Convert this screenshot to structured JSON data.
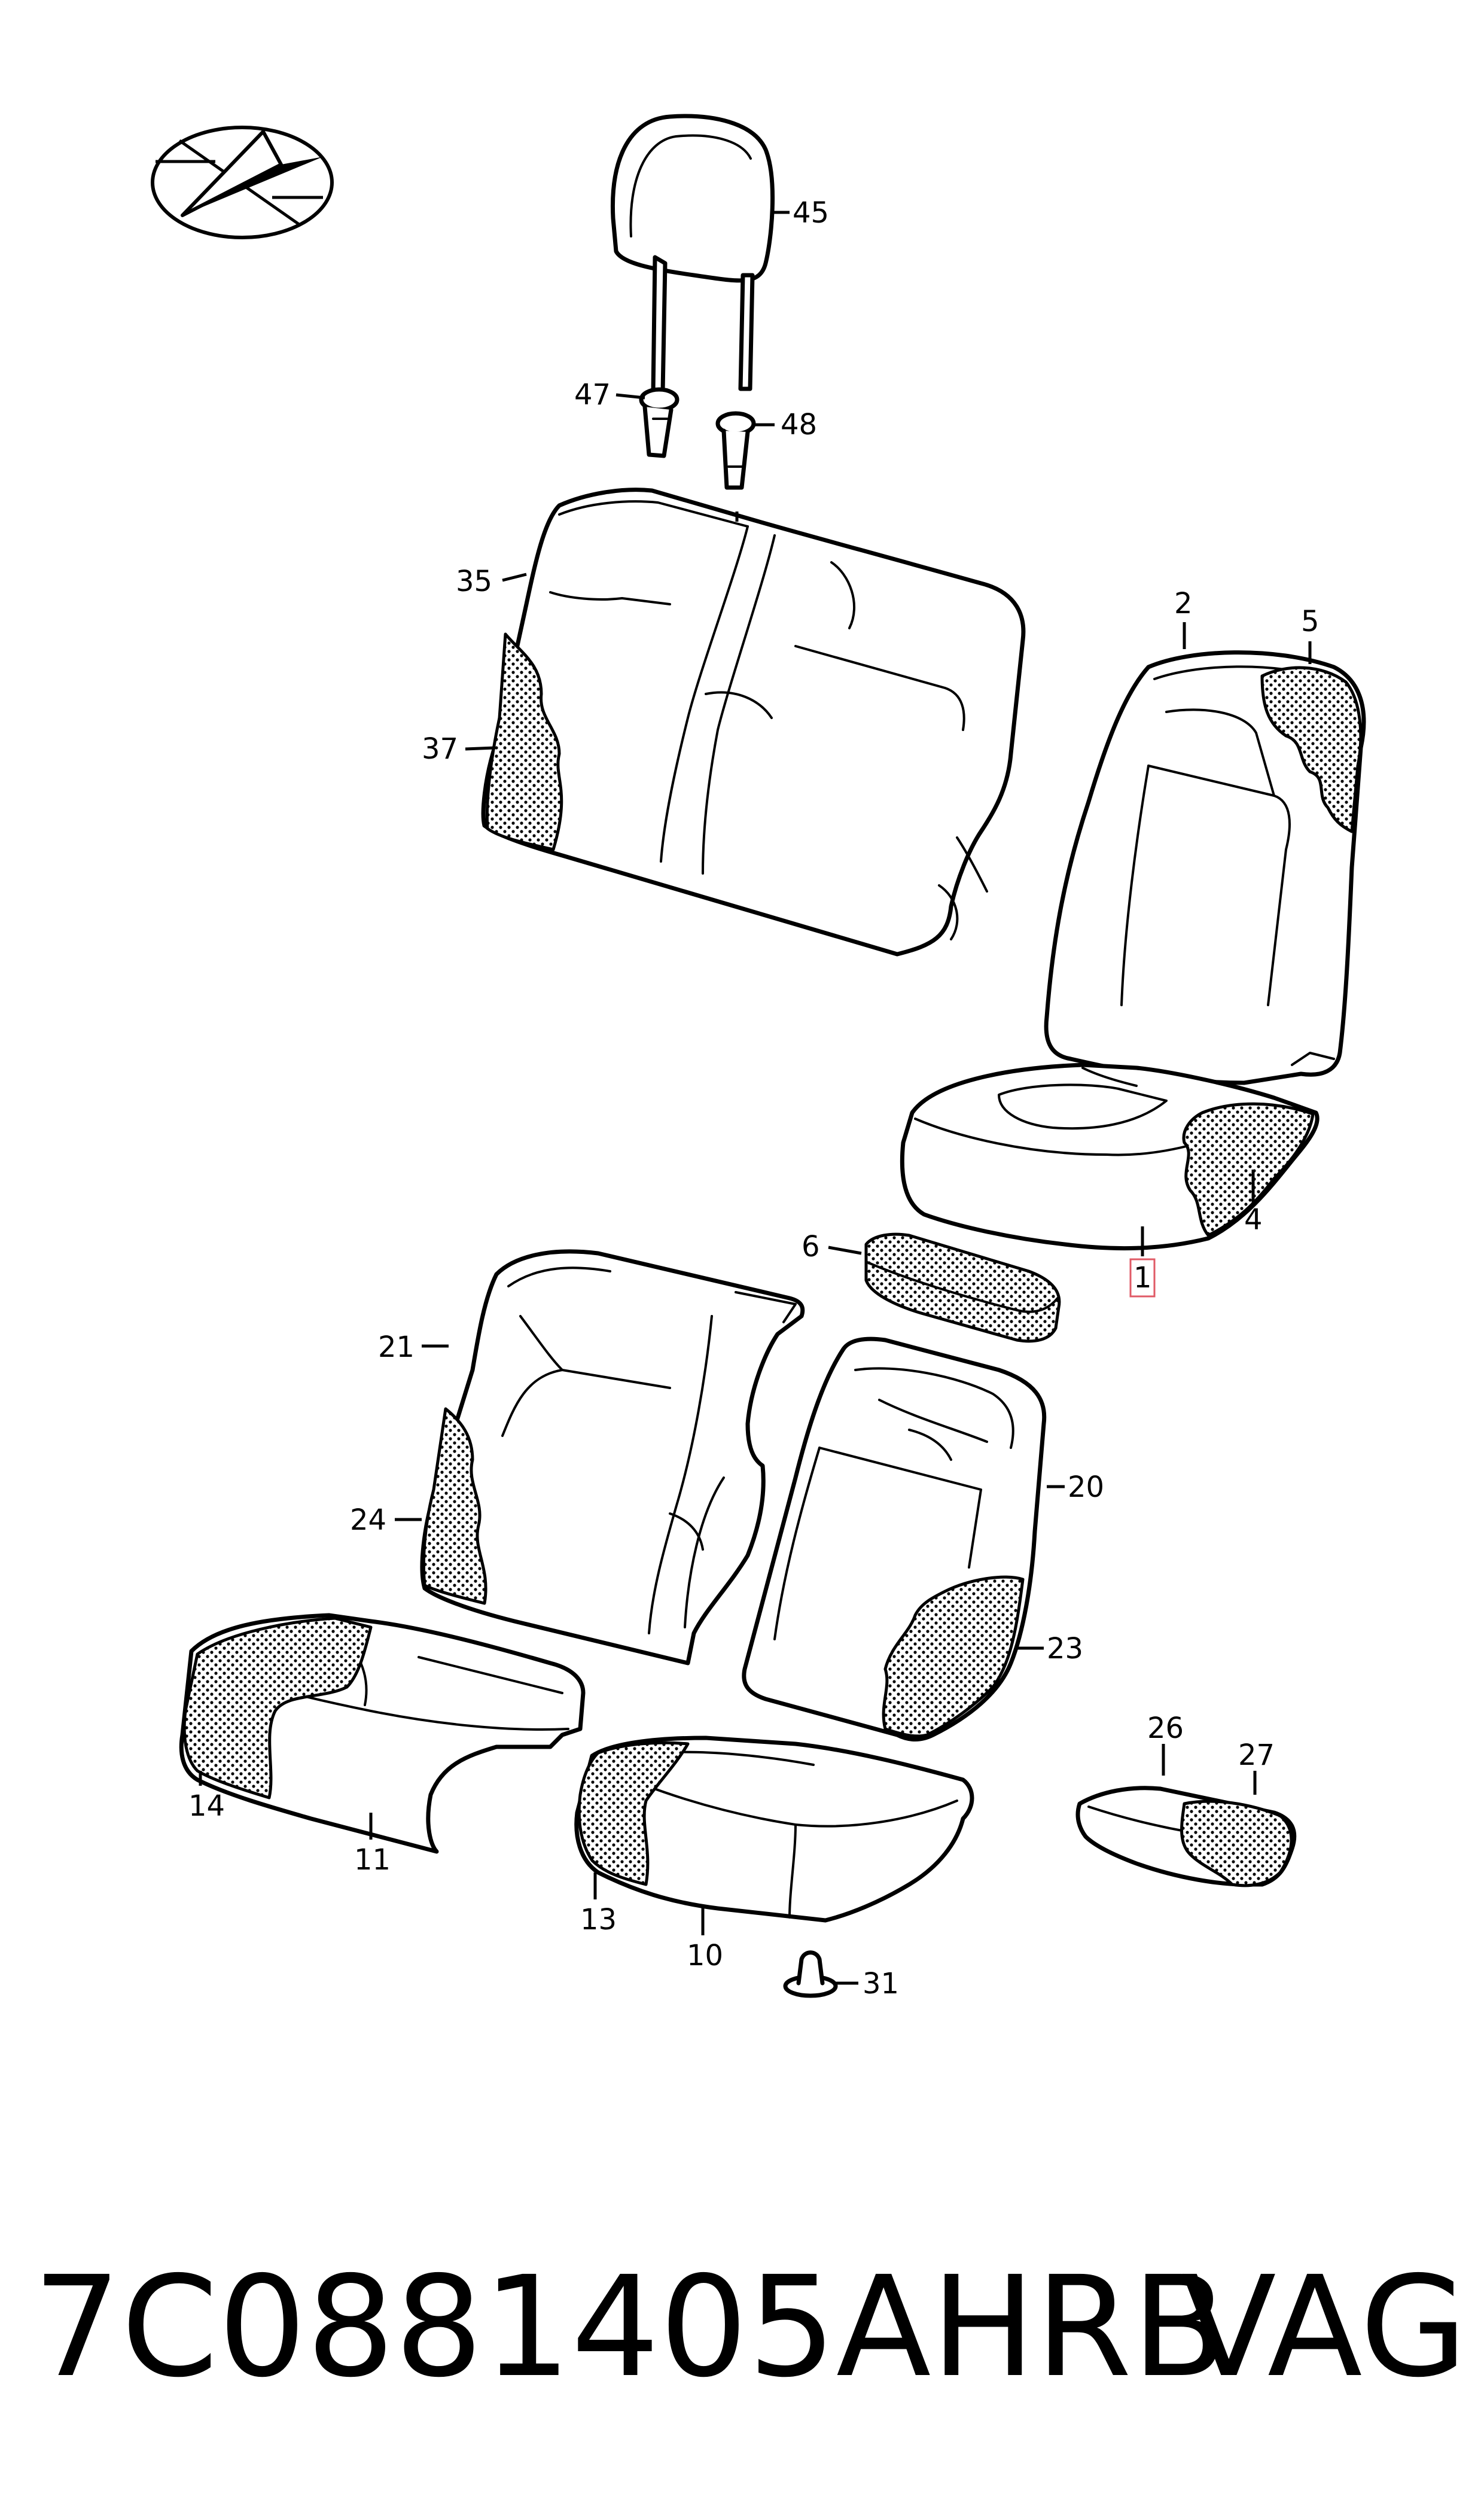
{
  "diagram": {
    "labels": [
      {
        "id": "45",
        "text": "45"
      },
      {
        "id": "47",
        "text": "47"
      },
      {
        "id": "48",
        "text": "48"
      },
      {
        "id": "35",
        "text": "35"
      },
      {
        "id": "37",
        "text": "37"
      },
      {
        "id": "2",
        "text": "2"
      },
      {
        "id": "5",
        "text": "5"
      },
      {
        "id": "4",
        "text": "4"
      },
      {
        "id": "6",
        "text": "6"
      },
      {
        "id": "1",
        "text": "1",
        "highlighted": true
      },
      {
        "id": "21",
        "text": "21"
      },
      {
        "id": "24",
        "text": "24"
      },
      {
        "id": "20",
        "text": "20"
      },
      {
        "id": "23",
        "text": "23"
      },
      {
        "id": "14",
        "text": "14"
      },
      {
        "id": "11",
        "text": "11"
      },
      {
        "id": "26",
        "text": "26"
      },
      {
        "id": "27",
        "text": "27"
      },
      {
        "id": "13",
        "text": "13"
      },
      {
        "id": "10",
        "text": "10"
      },
      {
        "id": "31",
        "text": "31"
      }
    ],
    "highlight_color": "#e05a66"
  },
  "footer": {
    "part_number": "7C0881405AHRB",
    "brand": "VAG"
  },
  "logo": {
    "icon": "compass-logo-icon"
  }
}
